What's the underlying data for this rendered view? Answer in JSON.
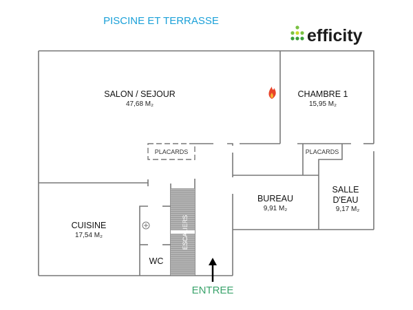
{
  "header": {
    "title": "PISCINE ET TERRASSE",
    "title_color": "#1aa0d8"
  },
  "logo": {
    "text": "efficity",
    "dot_colors": [
      "#7ac143",
      "#c9d92c",
      "#3a9e3a"
    ]
  },
  "rooms": [
    {
      "name": "SALON / SEJOUR",
      "area": "47,68 M₂"
    },
    {
      "name": "CHAMBRE 1",
      "area": "15,95 M₂"
    },
    {
      "name": "CUISINE",
      "area": "17,54 M₂"
    },
    {
      "name": "BUREAU",
      "area": "9,91 M₂"
    },
    {
      "name_line1": "SALLE",
      "name_line2": "D'EAU",
      "area": "9,17 M₂"
    },
    {
      "name": "WC"
    }
  ],
  "closets": [
    "PLACARDS",
    "PLACARDS"
  ],
  "stairs": "ESCALIERS",
  "entrance": {
    "label": "ENTREE",
    "color": "#3aa36b"
  },
  "icons": [
    "fireplace-flame-icon",
    "water-heater-icon",
    "entrance-arrow-icon"
  ]
}
